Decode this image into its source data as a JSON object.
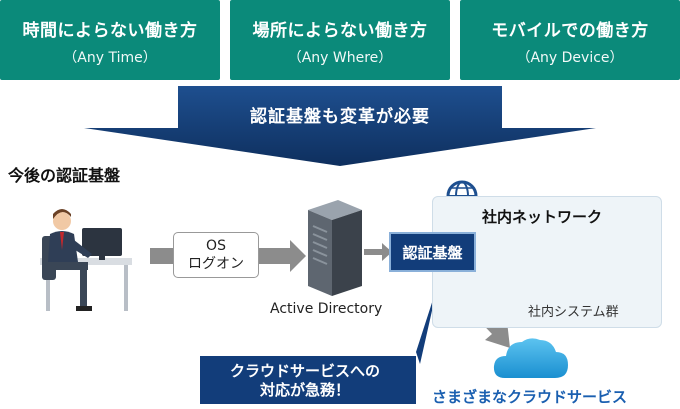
{
  "cards": [
    {
      "title": "時間によらない働き方",
      "subtitle": "（Any Time）"
    },
    {
      "title": "場所によらない働き方",
      "subtitle": "（Any Where）"
    },
    {
      "title": "モバイルでの働き方",
      "subtitle": "（Any Device）"
    }
  ],
  "banner": "認証基盤も変革が必要",
  "section_title": "今後の認証基盤",
  "flow": {
    "os_logon": {
      "line1": "OS",
      "line2": "ログオン"
    },
    "active_directory": "Active Directory",
    "auth_platform": "認証基盤",
    "internal_network": "社内ネットワーク",
    "internal_systems": "社内システム群",
    "cloud_services": "さまざまなクラウドサービス"
  },
  "callout": {
    "line1": "クラウドサービスへの",
    "line2": "対応が急務！"
  },
  "colors": {
    "teal": "#0b8a7a",
    "navy": "#123d7a",
    "cloud": "#2ea7e0",
    "arrow": "#888888"
  }
}
